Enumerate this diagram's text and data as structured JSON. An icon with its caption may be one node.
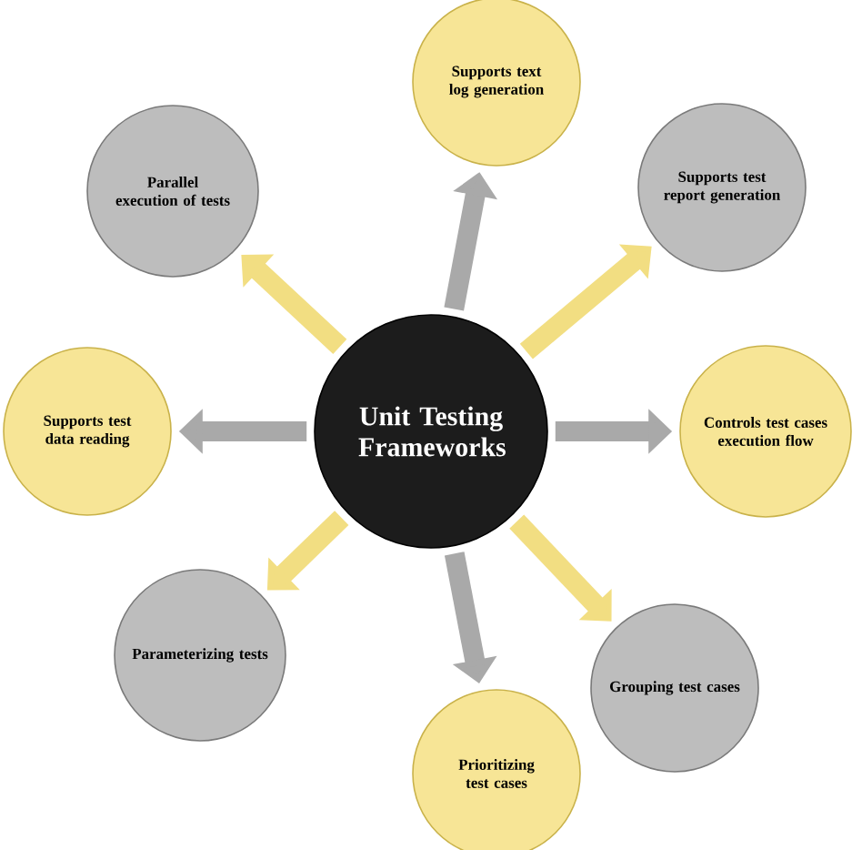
{
  "diagram": {
    "nodes": [
      {
        "text": [
          "Unit Testing Frameworks"
        ]
      },
      {
        "text": [
          "Supports text log generation"
        ]
      },
      {
        "text": [
          "Parallel execution of tests"
        ]
      },
      {
        "text": [
          "Supports test report generation"
        ]
      },
      {
        "text": [
          "Supports test data reading"
        ]
      },
      {
        "text": [
          "Controls test cases execution flow"
        ]
      },
      {
        "text": [
          "Parameterizing tests"
        ]
      },
      {
        "text": [
          "Grouping test cases"
        ]
      },
      {
        "text": [
          "Prioritizing test cases"
        ]
      }
    ],
    "edges": [
      {
        "from": 0,
        "to": 1,
        "arrow": "to",
        "color": "#a9a9a9"
      },
      {
        "from": 0,
        "to": 2,
        "arrow": "to",
        "color": "#f2de82"
      },
      {
        "from": 0,
        "to": 3,
        "arrow": "to",
        "color": "#f2de82"
      },
      {
        "from": 0,
        "to": 4,
        "arrow": "to",
        "color": "#a9a9a9"
      },
      {
        "from": 0,
        "to": 5,
        "arrow": "to",
        "color": "#a9a9a9"
      },
      {
        "from": 0,
        "to": 6,
        "arrow": "to",
        "color": "#f2de82"
      },
      {
        "from": 0,
        "to": 7,
        "arrow": "to",
        "color": "#f2de82"
      },
      {
        "from": 0,
        "to": 8,
        "arrow": "to",
        "color": "#a9a9a9"
      }
    ]
  }
}
